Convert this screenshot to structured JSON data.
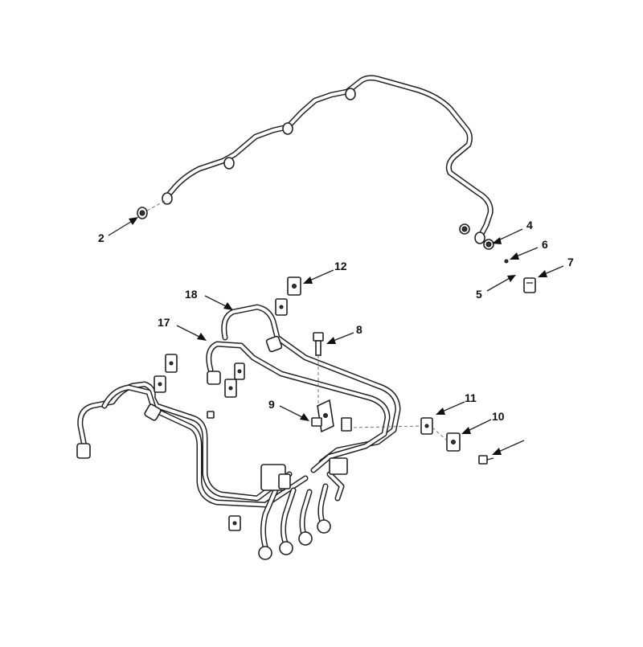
{
  "callouts": [
    {
      "id": "c2",
      "label": "2"
    },
    {
      "id": "c4",
      "label": "4"
    },
    {
      "id": "c5",
      "label": "5"
    },
    {
      "id": "c6",
      "label": "6"
    },
    {
      "id": "c7",
      "label": "7"
    },
    {
      "id": "c8",
      "label": "8"
    },
    {
      "id": "c9",
      "label": "9"
    },
    {
      "id": "c10",
      "label": "10"
    },
    {
      "id": "c11",
      "label": "11"
    },
    {
      "id": "c12",
      "label": "12"
    },
    {
      "id": "c17",
      "label": "17"
    },
    {
      "id": "c18",
      "label": "18"
    }
  ]
}
